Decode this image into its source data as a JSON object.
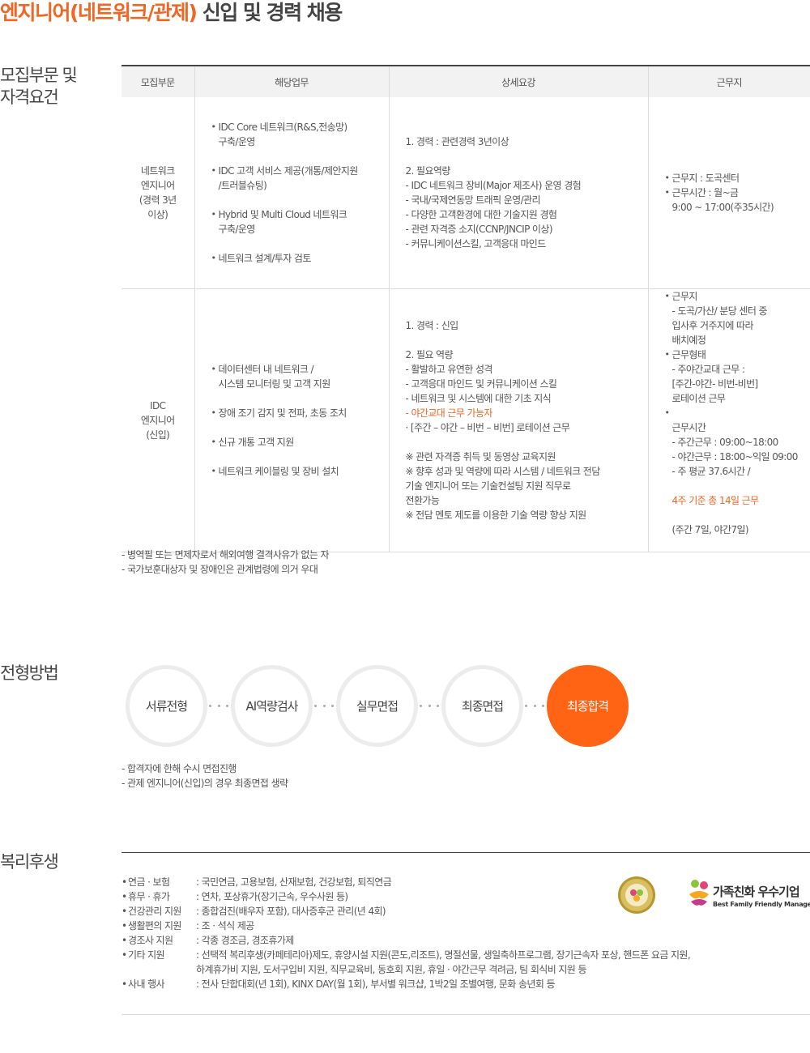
{
  "page_title": {
    "accent": "엔지니어(네트워크/관제)",
    "rest": " 신입 및 경력 채용"
  },
  "sections": {
    "recruit_label": "모집부문 및\n자격요건",
    "process_label": "전형방법",
    "welfare_label": "복리후생"
  },
  "colors": {
    "accent": "#f26522",
    "final_step": "#ff6314",
    "header_bg": "#f2f2f2",
    "divider": "#dcdcdc"
  },
  "table": {
    "headers": [
      "모집부문",
      "해당업무",
      "상세요강",
      "근무지"
    ],
    "rows": [
      {
        "dept": "네트워크\n엔지니어\n(경력 3년\n이상)",
        "duties": [
          "IDC Core 네트워크(R&S,전송망)\n구축/운영",
          "IDC 고객 서비스 제공(개통/제안지원\n/트러블슈팅)",
          "Hybrid 및 Multi Cloud 네트워크\n구축/운영",
          "네트워크 설계/투자 검토"
        ],
        "details_1": "1. 경력 : 관련경력 3년이상",
        "details_2": "2. 필요역량\n - IDC 네트워크 장비(Major 제조사) 운영 경험\n - 국내/국제연동망 트래픽 운영/관리\n - 다양한 고객환경에 대한 기술지원 경험\n - 관련 자격증 소지(CCNP/JNCIP 이상)\n - 커뮤니케이션스킬, 고객응대 마인드",
        "location": [
          "근무지 : 도곡센터",
          "근무시간 : 월~금\n 9:00 ~ 17:00(주35시간)"
        ]
      },
      {
        "dept": "IDC\n엔지니어\n(신입)",
        "duties": [
          "데이터센터 내 네트워크 /\n시스템 모니터링 및 고객 지원",
          "장애 조기 감지 및 전파,  초동 조치",
          "신규 개통 고객 지원",
          "네트워크 케이블링 및 장비 설치"
        ],
        "details_1": "1. 경력 : 신입",
        "details_2a": "2. 필요 역량\n - 활발하고 유연한 성격\n - 고객응대 마인드 및 커뮤니케이션 스킬\n - 네트워크 및 시스템에 대한 기초 지식",
        "details_2_hl": " - 야간교대 근무 가능자",
        "details_2b": "  · [주간 – 야간 – 비번 – 비번] 로테이션 근무",
        "details_3": "※ 관련 자격증 취득 및 동영상 교육지원\n※ 향후 성과 및 역량에 따라 시스템 / 네트워크 전담\n    기술 엔지니어 또는 기술컨설팅 지원 직무로\n    전환가능\n※ 전담 멘토 제도를 이용한 기술 역량 향상 지원",
        "location_1": "근무지\n - 도곡/가산/ 분당 센터 중\n   입사후 거주지에 따라\n   배치예정",
        "location_2": "근무형태\n - 주야간교대 근무 :\n   [주간-야간- 비번-비번]\n   로테이션 근무",
        "location_3a": "근무시간\n - 주간근무 : 09:00~18:00\n - 야간근무 : 18:00~익일 09:00\n - 주 평균 37.6시간 /",
        "location_3_hl": "   4주 기준 총 14일 근무",
        "location_3b": "  (주간 7일, 야간7일)"
      }
    ]
  },
  "recruit_notes": [
    "- 병역필 또는 면제자로서 해외여행 결격사유가 없는 자",
    "- 국가보훈대상자 및 장애인은 관계법령에 의거 우대"
  ],
  "process": {
    "steps": [
      "서류전형",
      "AI역량검사",
      "실무면접",
      "최종면접",
      "최종합격"
    ],
    "notes": [
      "- 합격자에 한해 수시 면접진행",
      "- 관제 엔지니어(신입)의 경우 최종면접 생략"
    ]
  },
  "welfare": {
    "items": [
      {
        "key": "연금 · 보험",
        "value": ": 국민연금, 고용보험, 산재보험, 건강보험, 퇴직연금"
      },
      {
        "key": "휴무 · 휴가",
        "value": ": 연차, 포상휴가(장기근속, 우수사원 등)"
      },
      {
        "key": "건강관리 지원",
        "value": ": 종합검진(배우자 포함), 대사증후군 관리(년 4회)"
      },
      {
        "key": "생활편의 지원",
        "value": ": 조 · 석식 제공"
      },
      {
        "key": "경조사 지원",
        "value": ": 각종 경조금, 경조휴가제"
      },
      {
        "key": "기타 지원",
        "value": ": 선택적 복리후생(카페테리아)제도, 휴양시설 지원(콘도,리조트), 명절선물, 생일축하프로그램, 장기근속자 포상, 핸드폰 요금 지원,\n  하계휴가비 지원, 도서구입비 지원, 직무교육비, 동호회 지원, 휴일 · 야간근무 격려금, 팀 회식비 지원 등"
      },
      {
        "key": "사내 행사",
        "value": ": 전사 단합대회(년 1회), KINX DAY(월 1회), 부서별 워크샵, 1박2일 조별여행, 문화 송년회 등"
      }
    ],
    "badge": {
      "korean": "가족친화 우수기업",
      "english": "Best Family Friendly Management",
      "seal_icon": "family-friendly-seal-icon",
      "logo_icon": "family-friendly-logo-icon"
    }
  }
}
